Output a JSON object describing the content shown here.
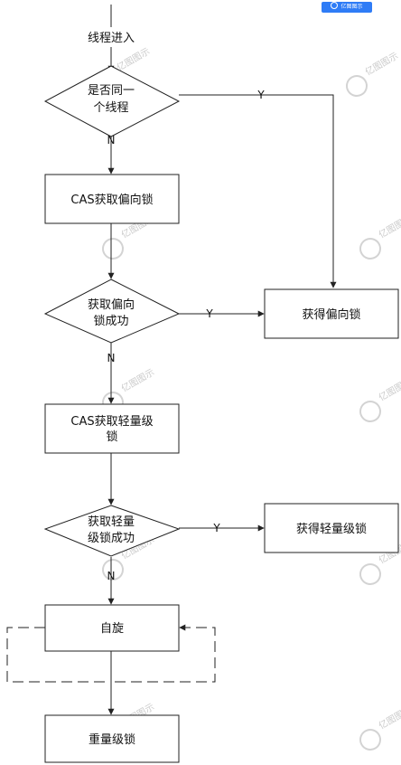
{
  "brand": {
    "badge_label": "亿图图示",
    "watermark_text": "亿图图示",
    "accent_color": "#2f7cf6"
  },
  "flow": {
    "start_label": "线程进入",
    "d1_line1": "是否同一",
    "d1_line2": "个线程",
    "p1_label": "CAS获取偏向锁",
    "d2_line1": "获取偏向",
    "d2_line2": "锁成功",
    "r1_label": "获得偏向锁",
    "p2_line1": "CAS获取轻量级",
    "p2_line2": "锁",
    "d3_line1": "获取轻量",
    "d3_line2": "级锁成功",
    "r2_label": "获得轻量级锁",
    "spin_label": "自旋",
    "heavy_label": "重量级锁",
    "yes": "Y",
    "no": "N"
  }
}
